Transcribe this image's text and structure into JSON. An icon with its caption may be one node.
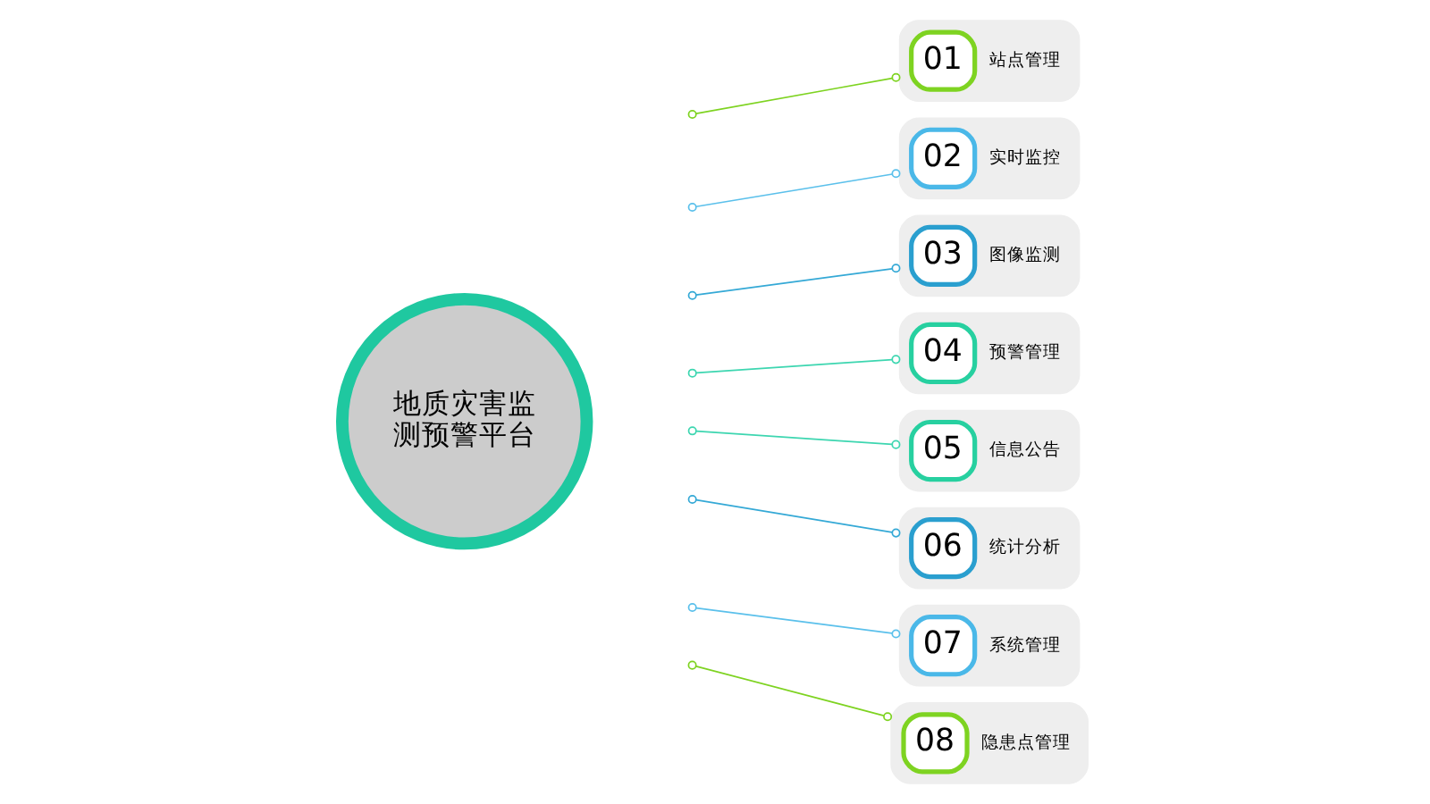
{
  "diagram": {
    "nodes": [
      {
        "text": [
          "地质灾害监测预警平台"
        ]
      },
      {
        "text": [
          "01",
          "站点管理"
        ]
      },
      {
        "text": [
          "02",
          "实时监控"
        ]
      },
      {
        "text": [
          "03",
          "图像监测"
        ]
      },
      {
        "text": [
          "04",
          "预警管理"
        ]
      },
      {
        "text": [
          "05",
          "信息公告"
        ]
      },
      {
        "text": [
          "06",
          "统计分析"
        ]
      },
      {
        "text": [
          "07",
          "系统管理"
        ]
      },
      {
        "text": [
          "08",
          "隐患点管理"
        ]
      }
    ],
    "edges": [
      {
        "from": null,
        "to": 1,
        "arrow": "other",
        "color": "#7ed321"
      },
      {
        "from": null,
        "to": 2,
        "arrow": "other",
        "color": "#5bc0eb"
      },
      {
        "from": null,
        "to": 3,
        "arrow": "other",
        "color": "#35a9d6"
      },
      {
        "from": null,
        "to": 4,
        "arrow": "other",
        "color": "#3dd6b0"
      },
      {
        "from": null,
        "to": 5,
        "arrow": "other",
        "color": "#3dd6b0"
      },
      {
        "from": null,
        "to": 6,
        "arrow": "other",
        "color": "#35a9d6"
      },
      {
        "from": null,
        "to": 7,
        "arrow": "other",
        "color": "#5bc0eb"
      },
      {
        "from": null,
        "to": 8,
        "arrow": "other",
        "color": "#7ed321"
      }
    ]
  }
}
